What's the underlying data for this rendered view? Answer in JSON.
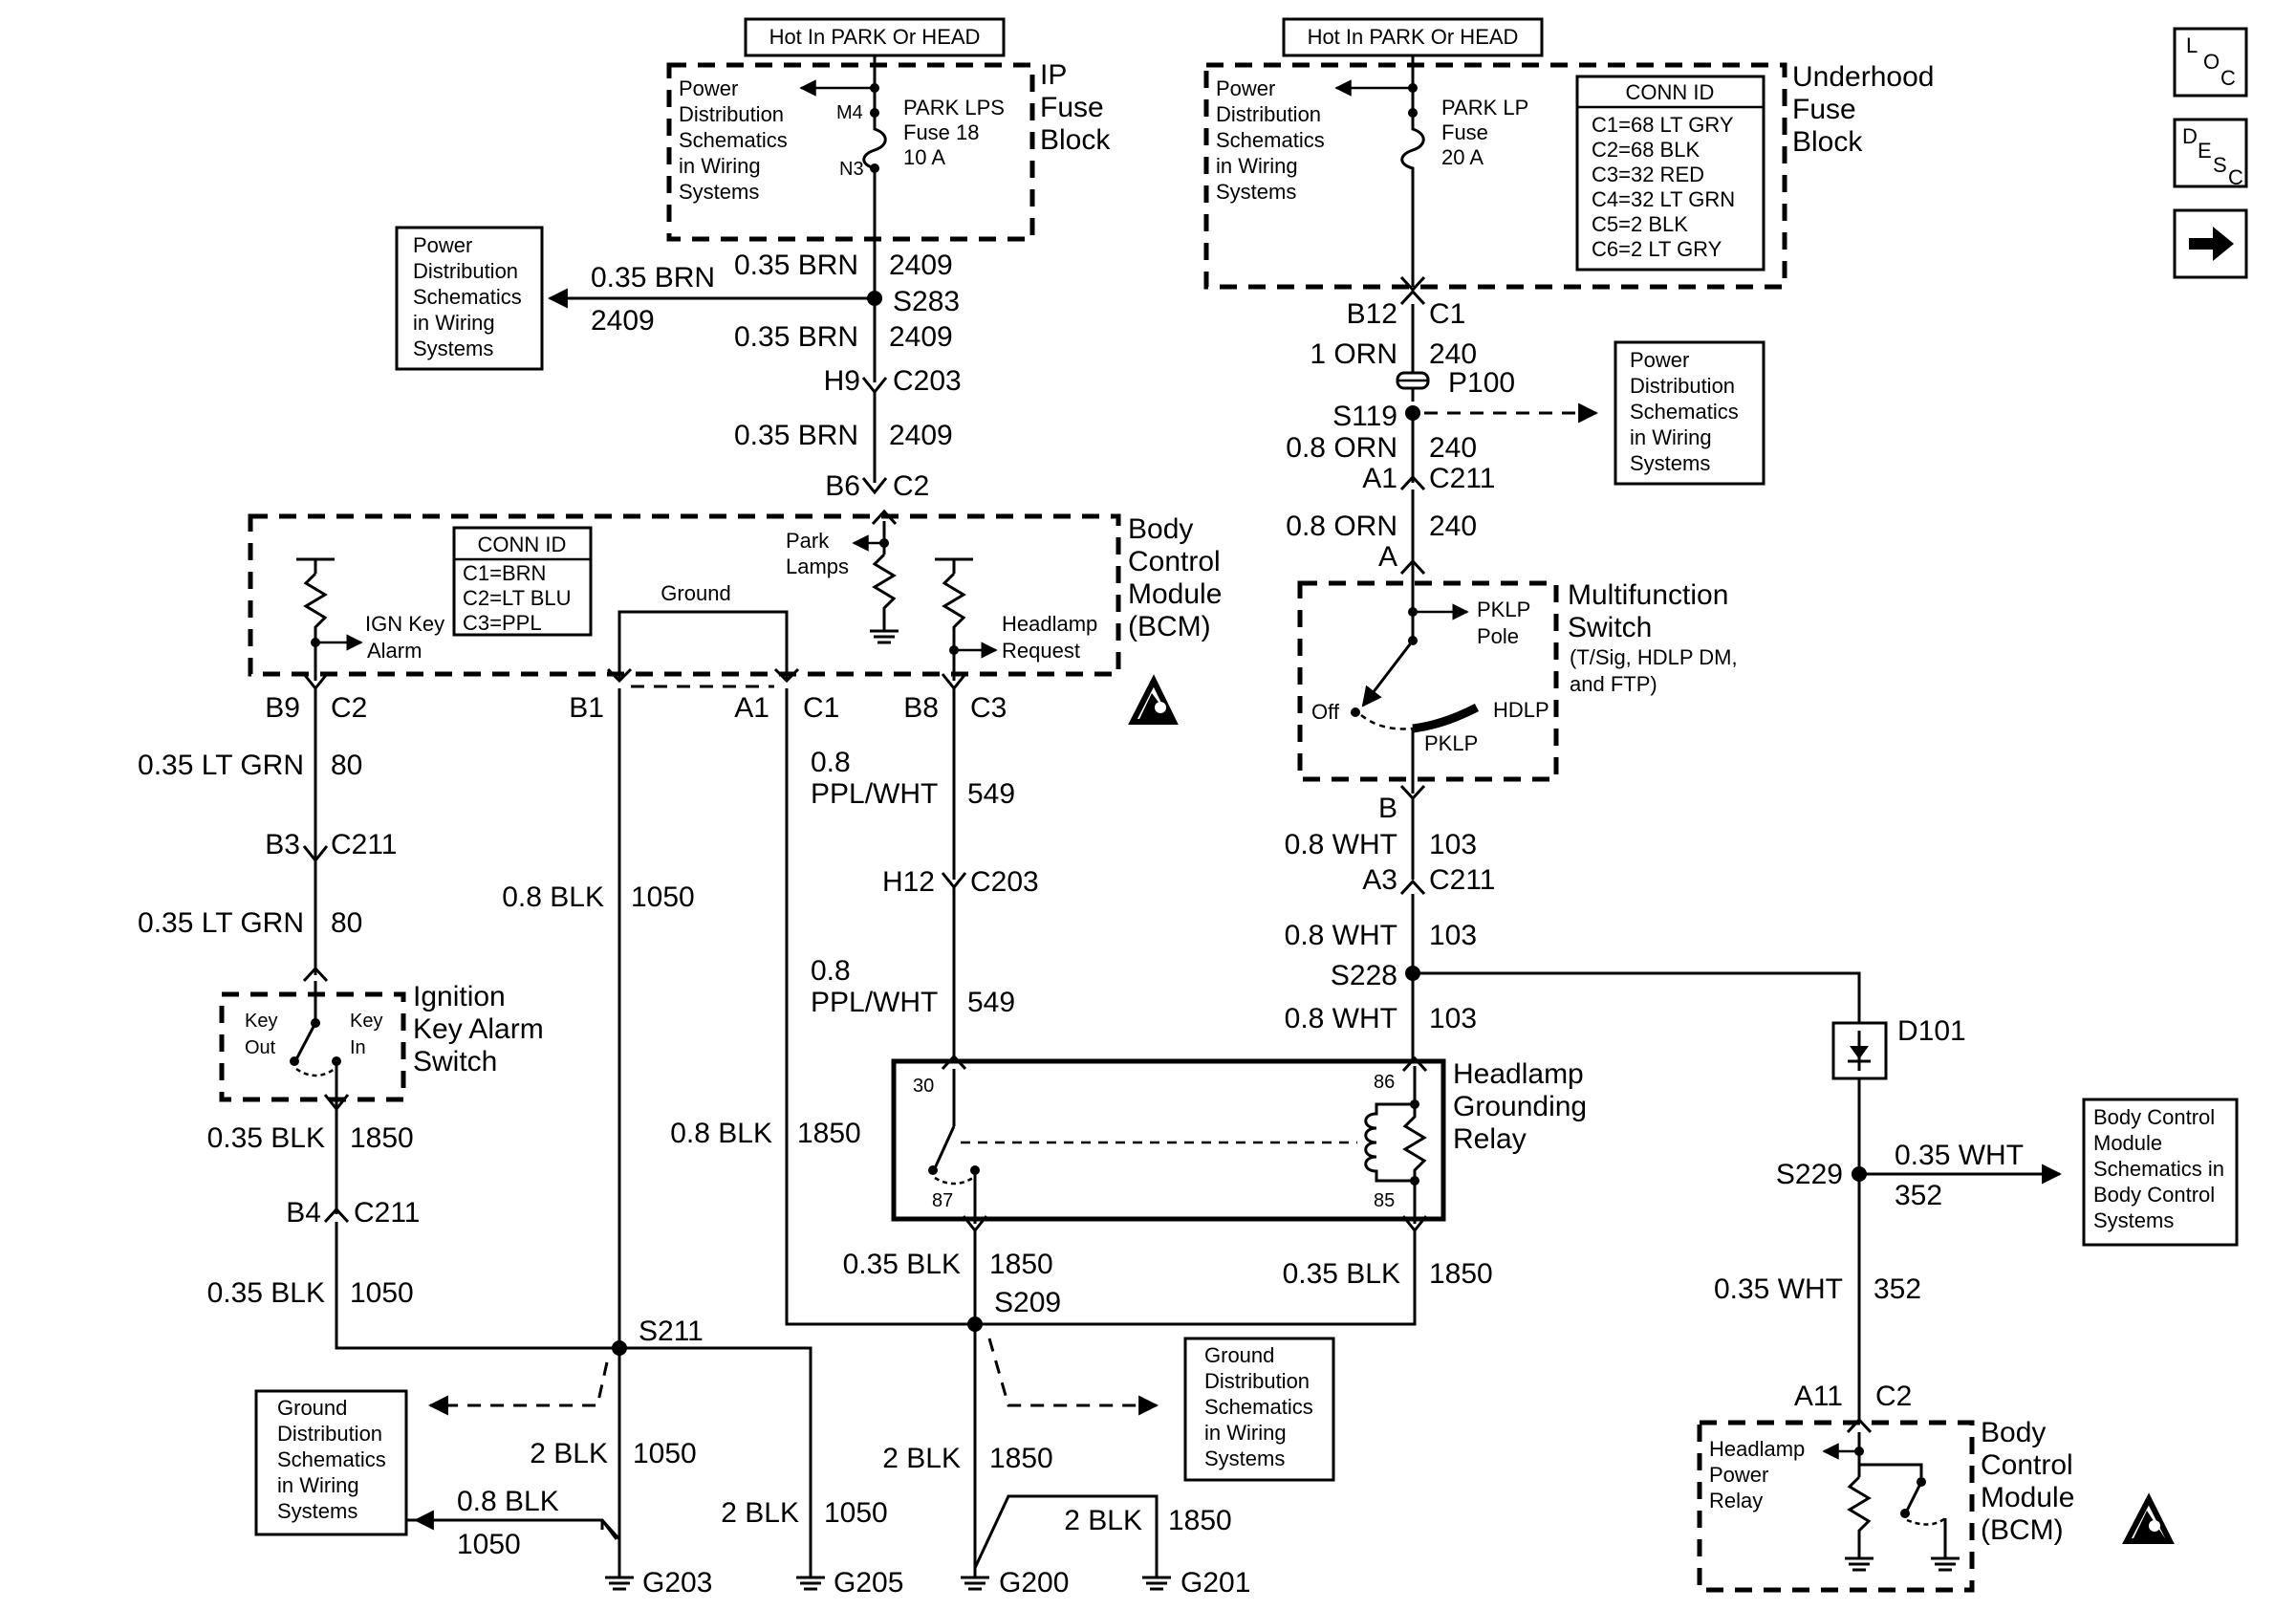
{
  "ip_fuse": {
    "hot_label": "Hot In PARK Or HEAD",
    "pds": [
      "Power",
      "Distribution",
      "Schematics",
      "in Wiring",
      "Systems"
    ],
    "pin_top": "M4",
    "pin_bottom": "N3",
    "fuse": [
      "PARK LPS",
      "Fuse 18",
      "10 A"
    ],
    "name": [
      "IP",
      "Fuse",
      "Block"
    ]
  },
  "uh_fuse": {
    "hot_label": "Hot In PARK Or HEAD",
    "pds": [
      "Power",
      "Distribution",
      "Schematics",
      "in Wiring",
      "Systems"
    ],
    "fuse": [
      "PARK LP",
      "Fuse",
      "20 A"
    ],
    "conn_title": "CONN ID",
    "conn": [
      "C1=68 LT GRY",
      "C2=68 BLK",
      "C3=32 RED",
      "C4=32 LT GRN",
      "C5=2 BLK",
      "C6=2 LT GRY"
    ],
    "name": [
      "Underhood",
      "Fuse",
      "Block"
    ]
  },
  "nav": {
    "loc": [
      "L",
      "O",
      "C"
    ],
    "desc": [
      "D",
      "E",
      "S",
      "C"
    ]
  },
  "pds_left": [
    "Power",
    "Distribution",
    "Schematics",
    "in Wiring",
    "Systems"
  ],
  "pds_right": [
    "Power",
    "Distribution",
    "Schematics",
    "in Wiring",
    "Systems"
  ],
  "gds_left": [
    "Ground",
    "Distribution",
    "Schematics",
    "in Wiring",
    "Systems"
  ],
  "gds_center": [
    "Ground",
    "Distribution",
    "Schematics",
    "in Wiring",
    "Systems"
  ],
  "bcm_ref": [
    "Body Control",
    "Module",
    "Schematics in",
    "Body Control",
    "Systems"
  ],
  "bcm": {
    "conn_title": "CONN ID",
    "conn": [
      "C1=BRN",
      "C2=LT BLU",
      "C3=PPL"
    ],
    "name": [
      "Body",
      "Control",
      "Module",
      "(BCM)"
    ],
    "ign_key": [
      "IGN Key",
      "Alarm"
    ],
    "ground": "Ground",
    "park": [
      "Park",
      "Lamps"
    ],
    "headlamp": [
      "Headlamp",
      "Request"
    ]
  },
  "bcm2": {
    "name": [
      "Body",
      "Control",
      "Module",
      "(BCM)"
    ],
    "relay": [
      "Headlamp",
      "Power",
      "Relay"
    ]
  },
  "mfs": {
    "name": [
      "Multifunction",
      "Switch"
    ],
    "sub": [
      "(T/Sig, HDLP DM,",
      "and FTP)"
    ],
    "pklp_pole": [
      "PKLP",
      "Pole"
    ],
    "off": "Off",
    "hdlp": "HDLP",
    "pklp": "PKLP"
  },
  "ign_switch": {
    "name": [
      "Ignition",
      "Key Alarm",
      "Switch"
    ],
    "key_out": [
      "Key",
      "Out"
    ],
    "key_in": [
      "Key",
      "In"
    ]
  },
  "relay": {
    "name": [
      "Headlamp",
      "Grounding",
      "Relay"
    ],
    "pins": [
      "30",
      "87",
      "86",
      "85"
    ]
  },
  "diode": "D101",
  "labels": {
    "brn_035": "0.35 BRN",
    "c2409": "2409",
    "s283": "S283",
    "h9": "H9",
    "c203": "C203",
    "b6": "B6",
    "c2": "C2",
    "b12": "B12",
    "c1": "C1",
    "orn_1": "1 ORN",
    "c240": "240",
    "p100": "P100",
    "s119": "S119",
    "orn_08": "0.8 ORN",
    "a1": "A1",
    "c211": "C211",
    "a": "A",
    "b": "B",
    "wht_08": "0.8 WHT",
    "c103": "103",
    "a3": "A3",
    "s228": "S228",
    "b9": "B9",
    "b1": "B1",
    "b8": "B8",
    "c3": "C3",
    "ltgrn_035": "0.35 LT GRN",
    "c80": "80",
    "b3": "B3",
    "blk_08": "0.8 BLK",
    "c1050": "1050",
    "v08": "0.8",
    "pplwht": "PPL/WHT",
    "c549": "549",
    "h12": "H12",
    "blk_035": "0.35 BLK",
    "c1850": "1850",
    "b4": "B4",
    "s211": "S211",
    "s209": "S209",
    "blk_2": "2 BLK",
    "g203": "G203",
    "g205": "G205",
    "g200": "G200",
    "g201": "G201",
    "s229": "S229",
    "wht_035": "0.35 WHT",
    "c352": "352",
    "a11": "A11"
  }
}
